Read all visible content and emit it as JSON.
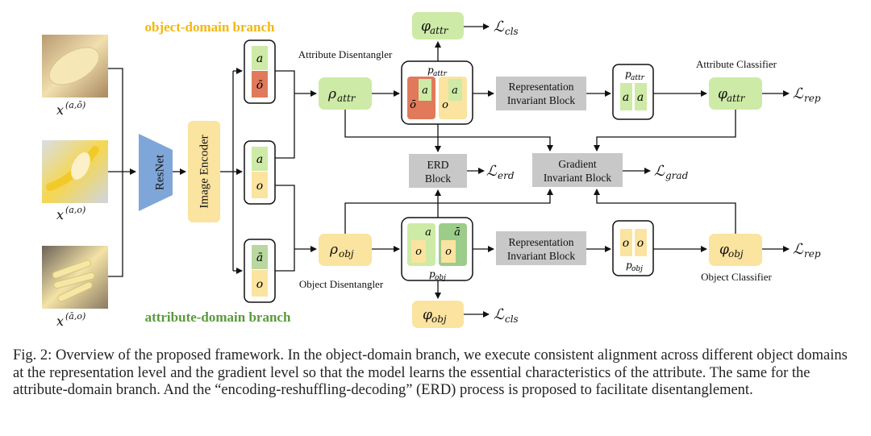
{
  "branches": {
    "object_domain": "object-domain branch",
    "attribute_domain": "attribute-domain branch"
  },
  "inputs": [
    {
      "label_base": "x",
      "label_sup": "(a,ō)"
    },
    {
      "label_base": "x",
      "label_sup": "(a,o)"
    },
    {
      "label_base": "x",
      "label_sup": "(ā,o)"
    }
  ],
  "blocks": {
    "resnet": "ResNet",
    "image_encoder": "Image Encoder",
    "attr_disentangler_label": "Attribute Disentangler",
    "obj_disentangler_label": "Object Disentangler",
    "attr_classifier_label": "Attribute Classifier",
    "obj_classifier_label": "Object Classifier",
    "rep_invariant_top": [
      "Representation",
      "Invariant Block"
    ],
    "rep_invariant_bottom": [
      "Representation",
      "Invariant Block"
    ],
    "erd": [
      "ERD",
      "Block"
    ],
    "gradient_invariant": [
      "Gradient",
      "Invariant Block"
    ]
  },
  "symbols": {
    "rho_attr": {
      "base": "ρ",
      "sub": "attr"
    },
    "rho_obj": {
      "base": "ρ",
      "sub": "obj"
    },
    "phi_attr": {
      "base": "φ",
      "sub": "attr"
    },
    "phi_obj": {
      "base": "φ",
      "sub": "obj"
    },
    "p_attr": {
      "base": "p",
      "sub": "attr"
    },
    "p_obj": {
      "base": "p",
      "sub": "obj"
    },
    "a": "a",
    "o": "o",
    "a_bar": "ā",
    "o_bar": "ō"
  },
  "losses": {
    "cls_top": {
      "base": "ℒ",
      "sub": "cls"
    },
    "cls_bottom": {
      "base": "ℒ",
      "sub": "cls"
    },
    "rep_top": {
      "base": "ℒ",
      "sub": "rep"
    },
    "rep_bottom": {
      "base": "ℒ",
      "sub": "rep"
    },
    "erd": {
      "base": "ℒ",
      "sub": "erd"
    },
    "grad": {
      "base": "ℒ",
      "sub": "grad"
    }
  },
  "caption": "Fig. 2: Overview of the proposed framework. In the object-domain branch, we execute consistent alignment across different object domains at the representation level and the gradient level so that the model learns the essential characteristics of the attribute. The same for the attribute-domain branch. And the “encoding-reshuffling-decoding” (ERD) process is proposed to facilitate disentanglement.",
  "colors": {
    "green": "#cdeaa6",
    "yellow": "#fbe3a0",
    "orange": "#e07a5a",
    "gray": "#c8c8c8",
    "blue": "#7fa6d8",
    "object_title": "#f2b70e",
    "attribute_title": "#5a9a3a"
  }
}
